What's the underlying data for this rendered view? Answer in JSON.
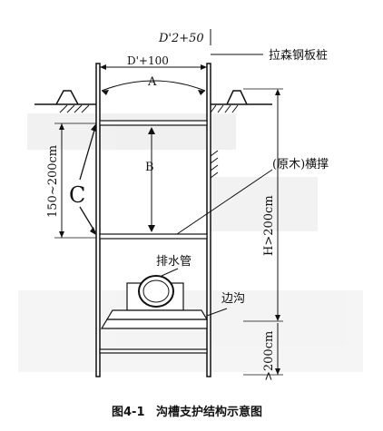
{
  "labels": {
    "top_dim": "D'2+50",
    "inner_dim": "D'+100",
    "sheet_pile": "拉森钢板桩",
    "dim_a": "A",
    "dim_b": "B",
    "dim_c": "C",
    "spacing": "150~200cm",
    "strut": "(原木)横撑",
    "height": "H>200cm",
    "drain_pipe": "排水管",
    "side_ditch": "边沟",
    "bottom_depth": ">200cm"
  },
  "caption": {
    "number": "图4-1",
    "title": "沟槽支护结构示意图"
  }
}
